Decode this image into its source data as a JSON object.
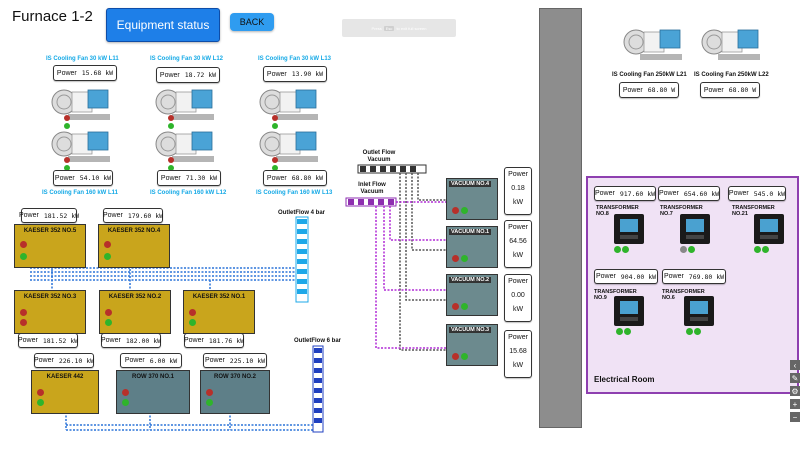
{
  "header": {
    "title": "Furnace 1-2",
    "equipment_status_label": "Equipment status",
    "back_label": "BACK",
    "fullscreen_hint": {
      "prefix": "Press",
      "key": "Esc",
      "suffix": "to exit full screen"
    }
  },
  "cooling_fans_30": [
    {
      "name": "IS Cooling Fan 30 kW L11",
      "power_label": "Power",
      "power_value": "15.68 kW"
    },
    {
      "name": "IS Cooling Fan 30 kW L12",
      "power_label": "Power",
      "power_value": "18.72 kW"
    },
    {
      "name": "IS Cooling Fan 30 kW L13",
      "power_label": "Power",
      "power_value": "13.90 kW"
    }
  ],
  "cooling_fans_160": [
    {
      "name": "IS Cooling Fan 160 kW L11",
      "power_label": "Power",
      "power_value": "54.10 kW"
    },
    {
      "name": "IS Cooling Fan 160 kW L12",
      "power_label": "Power",
      "power_value": "71.30 kW"
    },
    {
      "name": "IS Cooling Fan 160 kW L13",
      "power_label": "Power",
      "power_value": "68.80 kW"
    }
  ],
  "cooling_fans_250": [
    {
      "name": "IS Cooling Fan 250kW L21",
      "power_label": "Power",
      "power_value": "68.80 W"
    },
    {
      "name": "IS Cooling Fan 250kW L22",
      "power_label": "Power",
      "power_value": "68.80 W"
    }
  ],
  "compressors": {
    "kaeser_no5": {
      "name": "KAESER 352 NO.5",
      "power_label": "Power",
      "power_value": "181.52 kW"
    },
    "kaeser_no4": {
      "name": "KAESER 352 NO.4",
      "power_label": "Power",
      "power_value": "179.60 kW"
    },
    "kaeser_no3": {
      "name": "KAESER 352 NO.3",
      "power_label": "Power",
      "power_value": "181.52 kW"
    },
    "kaeser_no2": {
      "name": "KAESER 352 NO.2",
      "power_label": "Power",
      "power_value": "182.00 kW"
    },
    "kaeser_no1": {
      "name": "KAESER 352 NO.1",
      "power_label": "Power",
      "power_value": "181.76 kW"
    },
    "kaeser_442": {
      "name": "KAESER 442",
      "power_label": "Power",
      "power_value": "226.10 kW"
    },
    "row_no1": {
      "name": "ROW 370 NO.1",
      "power_label": "Power",
      "power_value": "6.00 kW"
    },
    "row_no2": {
      "name": "ROW 370 NO.2",
      "power_label": "Power",
      "power_value": "225.10 kW"
    }
  },
  "outlets": {
    "outlet_4bar": "OutletFlow 4 bar",
    "outlet_6bar": "OutletFlow 6 bar",
    "outlet_vacuum": "Outlet Flow Vacuum",
    "inlet_vacuum": "Inlet Flow Vacuum"
  },
  "vacuums": [
    {
      "name": "VACUUM NO.4",
      "power_label": "Power",
      "power_value": "0.18",
      "unit": "kW"
    },
    {
      "name": "VACUUM NO.1",
      "power_label": "Power",
      "power_value": "64.56",
      "unit": "kW"
    },
    {
      "name": "VACUUM NO.2",
      "power_label": "Power",
      "power_value": "0.00",
      "unit": "kW"
    },
    {
      "name": "VACUUM NO.3",
      "power_label": "Power",
      "power_value": "15.68",
      "unit": "kW"
    }
  ],
  "electrical_room": {
    "title": "Electrical Room",
    "transformers": [
      {
        "name": "TRANSFORMER NO.8",
        "power_label": "Power",
        "power_value": "917.60 kW"
      },
      {
        "name": "TRANSFORMER NO.7",
        "power_label": "Power",
        "power_value": "654.60 kW"
      },
      {
        "name": "TRANSFORMER NO.21",
        "power_label": "Power",
        "power_value": "545.0 kW"
      },
      {
        "name": "TRANSFORMER NO.9",
        "power_label": "Power",
        "power_value": "904.00 kW"
      },
      {
        "name": "TRANSFORMER NO.6",
        "power_label": "Power",
        "power_value": "769.80 kW"
      }
    ]
  },
  "side_controls": [
    "chevron-left-icon",
    "edit-icon",
    "gear-icon",
    "plus-icon",
    "minus-icon"
  ],
  "colors": {
    "accent_blue": "#1e7fe8",
    "fan_label": "#14a9e6",
    "electrical_border": "#8e3fb0",
    "pipe_blue": "#2a73d8",
    "pipe_purple": "#b12bd6"
  }
}
